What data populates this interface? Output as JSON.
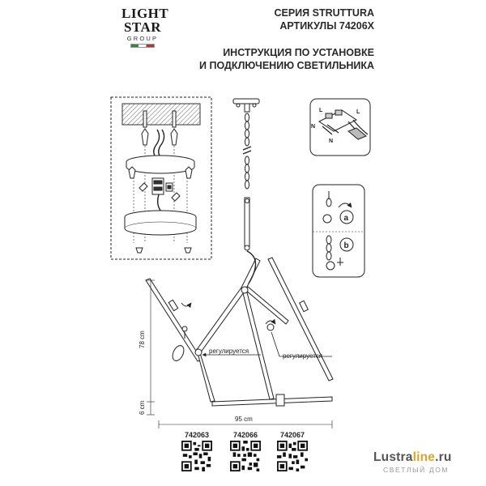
{
  "logo": {
    "line1": "LIGHT",
    "line2": "STAR",
    "group": "GROUP"
  },
  "header": {
    "series": "СЕРИЯ STRUTTURA",
    "articles": "АРТИКУЛЫ 74206X",
    "instruction_line1": "ИНСТРУКЦИЯ ПО УСТАНОВКЕ",
    "instruction_line2": "И ПОДКЛЮЧЕНИЮ СВЕТИЛЬНИКА"
  },
  "wiring": {
    "label_n": "N",
    "label_l": "L"
  },
  "steps": {
    "a": "a",
    "b": "b"
  },
  "dimensions": {
    "height": "78 cm",
    "depth": "6 cm",
    "width": "95 cm"
  },
  "callouts": {
    "adjust_left": "регулируется",
    "adjust_right": "регулируется"
  },
  "articles": [
    "742063",
    "742066",
    "742067"
  ],
  "watermark": {
    "prefix": "Lustra",
    "accent": "line",
    "suffix": ".ru",
    "sub": "СВЕТЛЫЙ ДОМ"
  }
}
